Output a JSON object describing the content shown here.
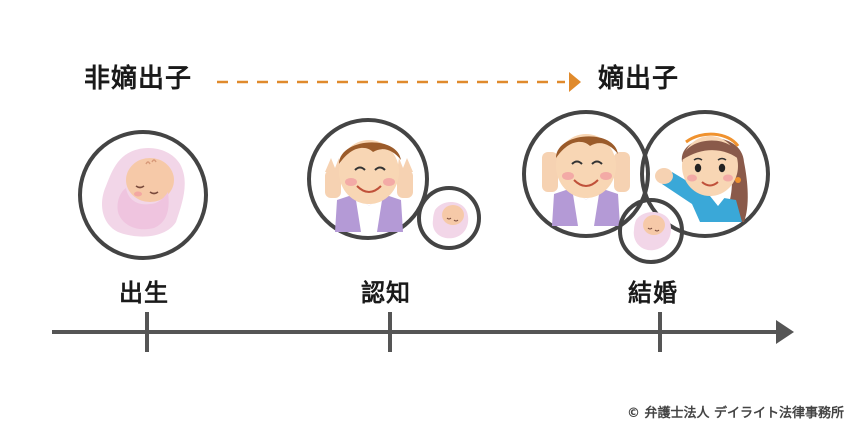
{
  "header": {
    "from_status": "非嫡出子",
    "to_status": "嫡出子",
    "arrow_color": "#e08a2c"
  },
  "timeline": {
    "line_color": "#555555",
    "events": [
      {
        "label": "出生",
        "figures": [
          "baby"
        ]
      },
      {
        "label": "認知",
        "figures": [
          "father",
          "baby"
        ]
      },
      {
        "label": "結婚",
        "figures": [
          "father",
          "mother",
          "baby"
        ]
      }
    ]
  },
  "footer": {
    "copyright": "© 弁護士法人 デイライト法律事務所"
  }
}
